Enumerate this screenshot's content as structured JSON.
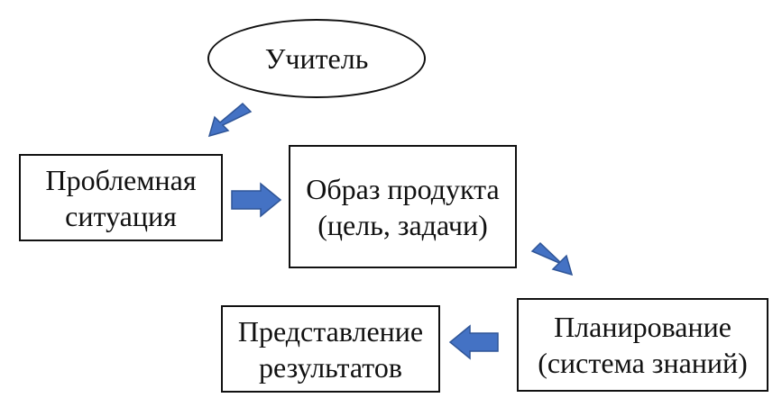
{
  "nodes": {
    "teacher": {
      "label": "Учитель"
    },
    "problem": {
      "line1": "Проблемная",
      "line2": "ситуация"
    },
    "product": {
      "line1": "Образ продукта",
      "line2": "(цель, задачи)"
    },
    "planning": {
      "line1": "Планирование",
      "line2": "(система знаний)"
    },
    "results": {
      "line1": "Представление",
      "line2": "результатов"
    }
  },
  "colors": {
    "arrow_fill": "#4472C4",
    "arrow_stroke": "#2F5597",
    "border": "#111111"
  }
}
